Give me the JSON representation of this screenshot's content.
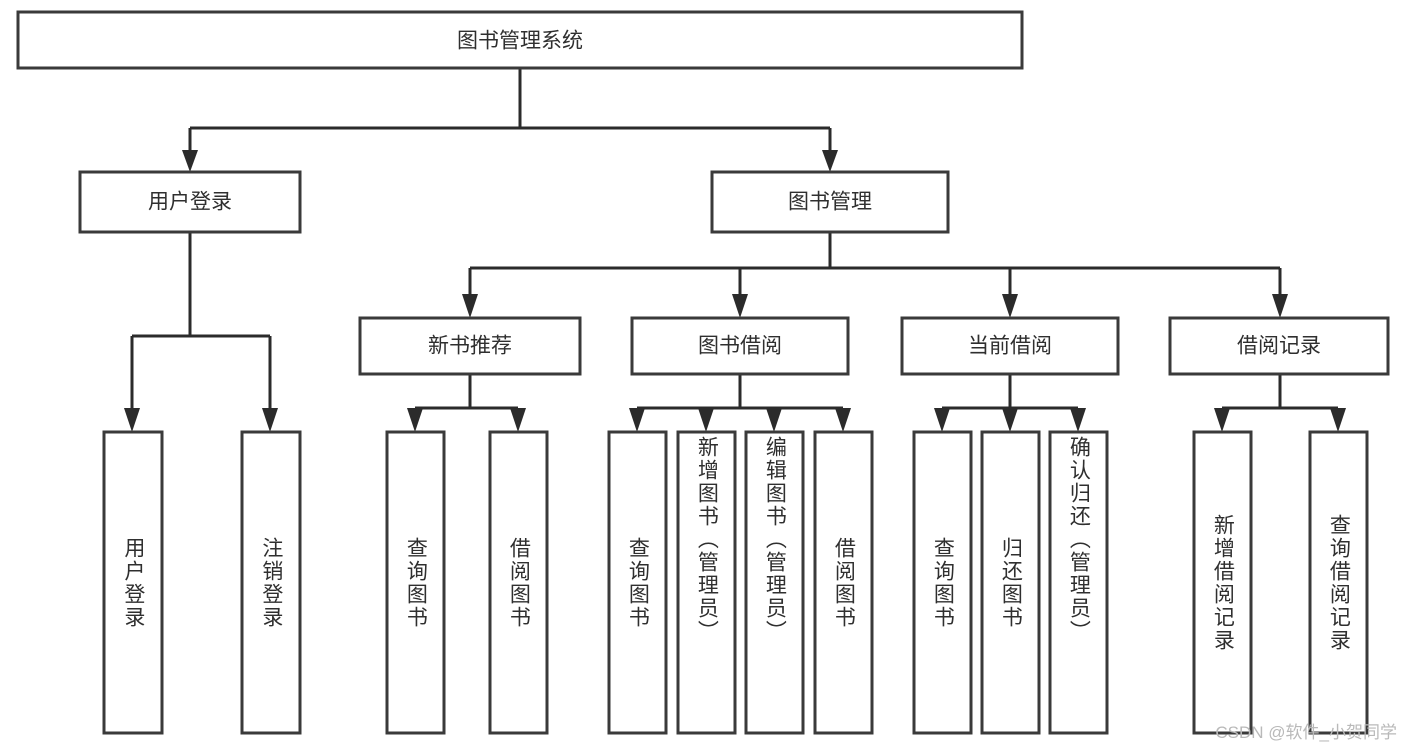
{
  "diagram": {
    "type": "tree",
    "title": "图书管理系统",
    "root": {
      "id": "root",
      "label": "图书管理系统"
    },
    "level1": [
      {
        "id": "user-login",
        "label": "用户登录"
      },
      {
        "id": "book-manage",
        "label": "图书管理"
      }
    ],
    "level2": [
      {
        "id": "new-book-rec",
        "label": "新书推荐",
        "parent": "book-manage"
      },
      {
        "id": "book-borrow",
        "label": "图书借阅",
        "parent": "book-manage"
      },
      {
        "id": "current-borrow",
        "label": "当前借阅",
        "parent": "book-manage"
      },
      {
        "id": "borrow-record",
        "label": "借阅记录",
        "parent": "book-manage"
      }
    ],
    "leaves": [
      {
        "id": "leaf-user-login",
        "label": "用户登录",
        "parent": "user-login"
      },
      {
        "id": "leaf-logout",
        "label": "注销登录",
        "parent": "user-login"
      },
      {
        "id": "leaf-query-book-1",
        "label": "查询图书",
        "parent": "new-book-rec"
      },
      {
        "id": "leaf-borrow-book-1",
        "label": "借阅图书",
        "parent": "new-book-rec"
      },
      {
        "id": "leaf-query-book-2",
        "label": "查询图书",
        "parent": "book-borrow"
      },
      {
        "id": "leaf-add-book",
        "label": "新增图书（管理员）",
        "parent": "book-borrow"
      },
      {
        "id": "leaf-edit-book",
        "label": "编辑图书（管理员）",
        "parent": "book-borrow"
      },
      {
        "id": "leaf-borrow-book-2",
        "label": "借阅图书",
        "parent": "book-borrow"
      },
      {
        "id": "leaf-query-book-3",
        "label": "查询图书",
        "parent": "current-borrow"
      },
      {
        "id": "leaf-return-book",
        "label": "归还图书",
        "parent": "current-borrow"
      },
      {
        "id": "leaf-confirm-return",
        "label": "确认归还（管理员）",
        "parent": "current-borrow"
      },
      {
        "id": "leaf-add-record",
        "label": "新增借阅记录",
        "parent": "borrow-record"
      },
      {
        "id": "leaf-query-record",
        "label": "查询借阅记录",
        "parent": "borrow-record"
      }
    ],
    "colors": {
      "box_stroke": "#3a3a3a",
      "box_fill": "#ffffff",
      "connector": "#2b2b2b",
      "text": "#2f2f2f",
      "background": "#ffffff",
      "watermark": "#b9b9b9"
    }
  },
  "watermark": {
    "text": "CSDN @软件_小贺同学"
  }
}
